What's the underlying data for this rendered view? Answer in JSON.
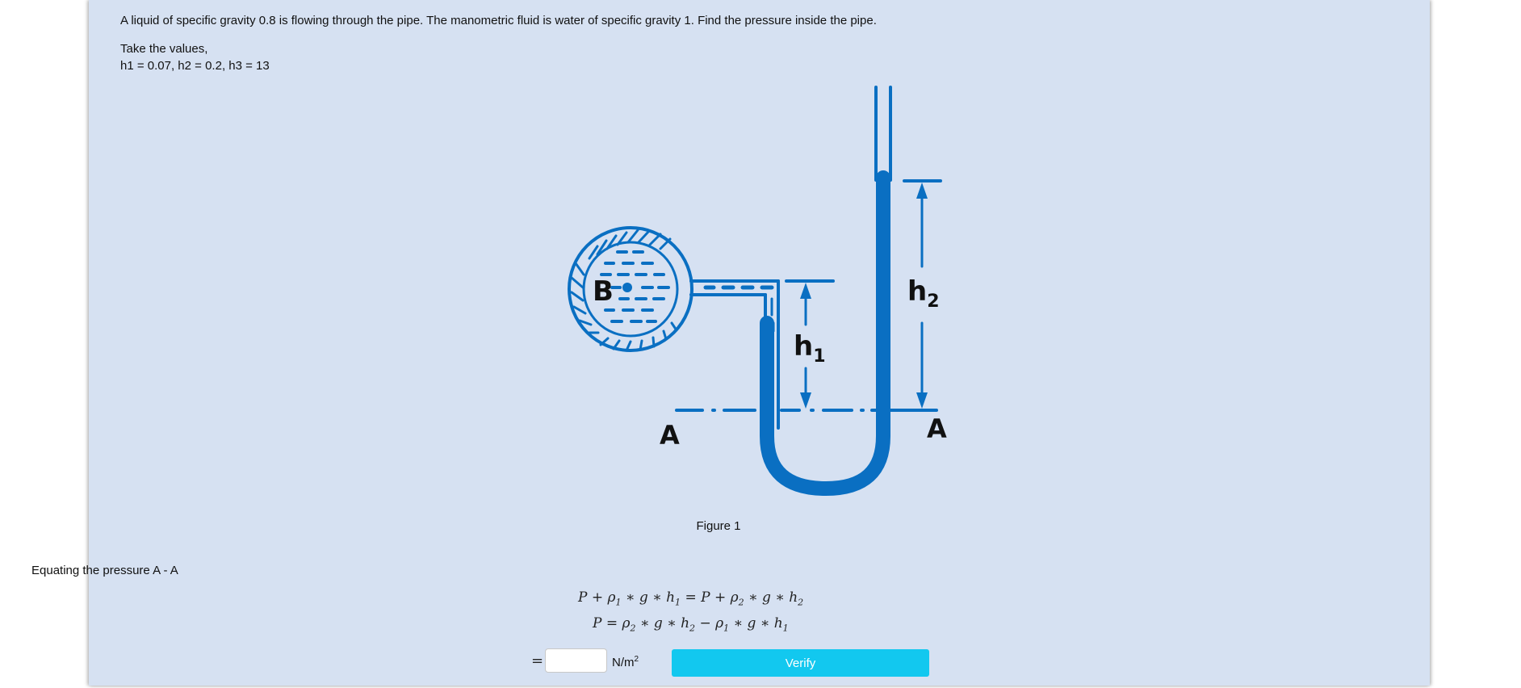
{
  "problem": {
    "statement": "A liquid of specific gravity 0.8 is flowing through the pipe. The manometric fluid is water of specific gravity 1. Find the pressure inside the pipe.",
    "take_values_label": "Take the values,",
    "values_line": "h1 = 0.07, h2 = 0.2, h3 = 13"
  },
  "figure": {
    "caption": "Figure 1",
    "label_b": "B",
    "label_a_left": "A",
    "label_a_right": "A",
    "label_h1": "h",
    "label_h1_sub": "1",
    "label_h2": "h",
    "label_h2_sub": "2",
    "color": "#0a6fc2"
  },
  "solution": {
    "equating_label": "Equating the pressure A - A",
    "equation1": {
      "p1": "P + ρ",
      "s1": "1",
      "m1": " ∗ g ∗ h",
      "s2": "1",
      "mid": " = P + ρ",
      "s3": "2",
      "m2": " ∗ g ∗ h",
      "s4": "2"
    },
    "equation2": {
      "p1": "P = ρ",
      "s1": "2",
      "m1": " ∗ g ∗ h",
      "s2": "2",
      "mid": " − ρ",
      "s3": "1",
      "m2": " ∗ g ∗ h",
      "s4": "1"
    },
    "equals_sign": "=",
    "answer_value": "",
    "answer_placeholder": "",
    "unit": "N/m",
    "unit_sup": "2",
    "verify_label": "Verify",
    "verify_color": "#12c8ef"
  }
}
